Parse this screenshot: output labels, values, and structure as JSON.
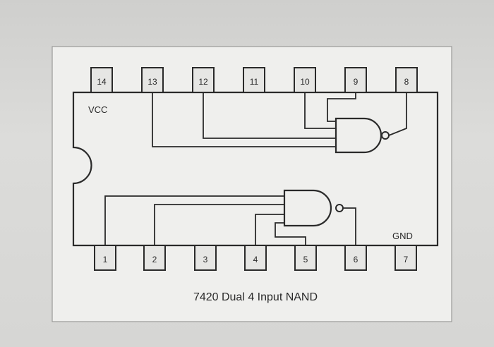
{
  "diagram": {
    "top_pins": [
      "14",
      "13",
      "12",
      "11",
      "10",
      "9",
      "8"
    ],
    "bottom_pins": [
      "1",
      "2",
      "3",
      "4",
      "5",
      "6",
      "7"
    ],
    "vcc_label": "VCC",
    "gnd_label": "GND",
    "caption": "7420 Dual 4 Input NAND",
    "colors": {
      "ink": "#2a2a2a",
      "paper": "#efefed",
      "pin_fill": "#e6e6e4"
    }
  }
}
